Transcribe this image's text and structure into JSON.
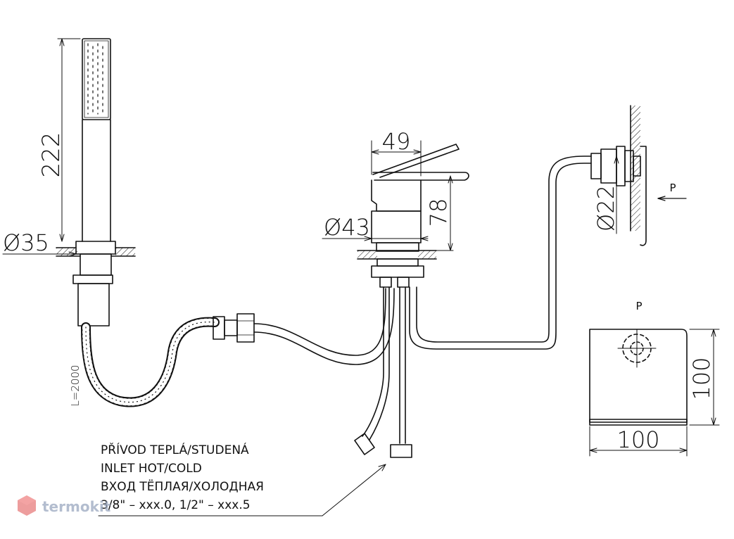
{
  "dimensions": {
    "handshower_length": "222",
    "handshower_base_diameter": "Ø35",
    "hose_length": "L=2000",
    "mixer_width": "49",
    "mixer_height": "78",
    "mixer_body_diameter": "Ø43",
    "wall_outlet_diameter": "Ø22",
    "plate_height": "100",
    "plate_width": "100"
  },
  "view_labels": {
    "arrow_p": "P",
    "plate_view": "P"
  },
  "inlet_note": {
    "line_cz": "PŘÍVOD TEPLÁ/STUDENÁ",
    "line_en": "INLET HOT/COLD",
    "line_ru": "ВХОД ТЁПЛАЯ/ХОЛОДНАЯ",
    "line_thread": "3/8\" – xxx.0, 1/2\" – xxx.5"
  },
  "watermark": {
    "text": "termokit",
    "color": "#e57373"
  }
}
